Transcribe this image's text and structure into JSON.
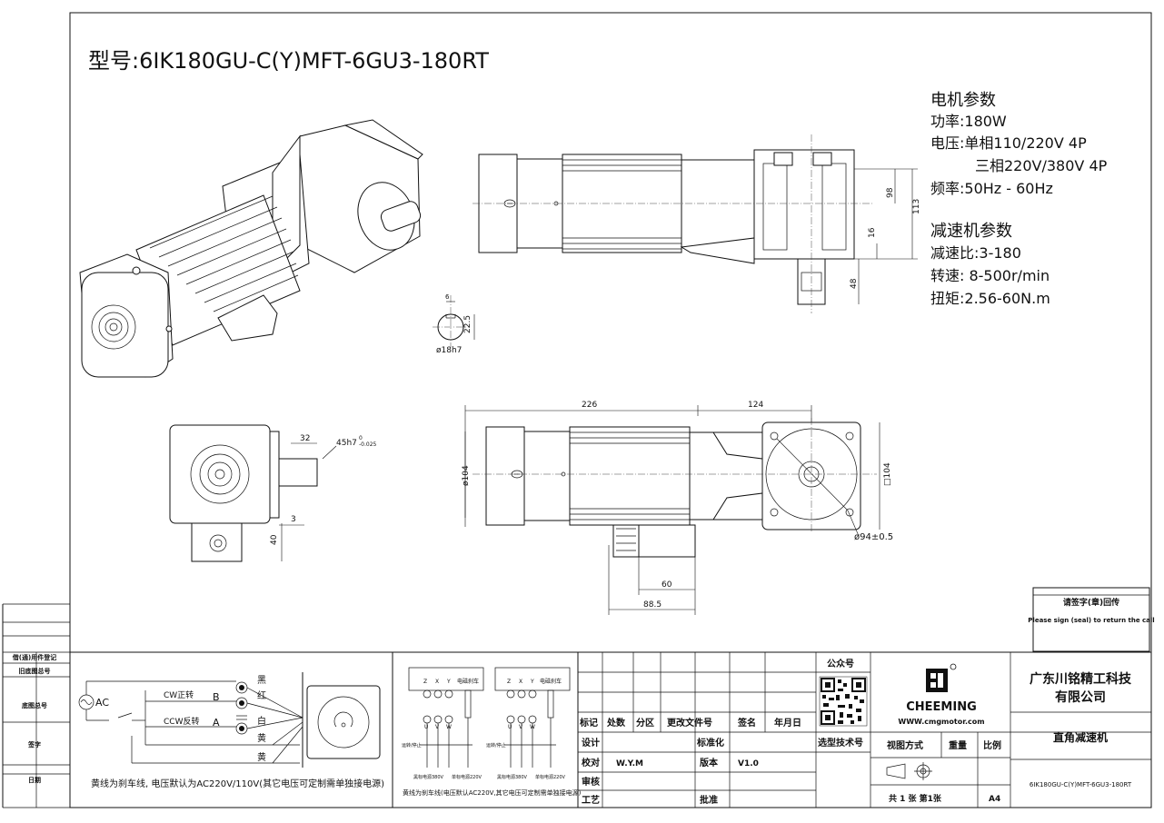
{
  "header": {
    "model": "型号:6IK180GU-C(Y)MFT-6GU3-180RT"
  },
  "specs": {
    "motor_title": "电机参数",
    "power": "功率:180W",
    "voltage_1": "电压:单相110/220V 4P",
    "voltage_2": "三相220V/380V 4P",
    "frequency": "频率:50Hz - 60Hz",
    "gear_title": "减速机参数",
    "ratio": "减速比:3-180",
    "speed": "转速: 8-500r/min",
    "torque": "扭矩:2.56-60N.m"
  },
  "dims": {
    "d113": "113",
    "d98": "98",
    "d16": "16",
    "d48": "48",
    "d22_5": "22.5",
    "phi18": "ø18h7",
    "d6": "6",
    "d226": "226",
    "d124": "124",
    "phi104": "ø104",
    "sq104": "□104",
    "phi94": "ø94±0.5",
    "d60": "60",
    "d88_5": "88.5",
    "d32": "32",
    "fit": "45h7",
    "fit_upper": "0",
    "fit_lower": "-0.025",
    "d3": "3",
    "d40": "40"
  },
  "left_margin": {
    "borrow_reg": "借(通)用件登记",
    "base_map": "旧底图总号",
    "base_no": "底图总号",
    "sign": "签字",
    "date": "日期"
  },
  "wiring": {
    "ac": "AC",
    "cw": "CW正转",
    "ccw": "CCW反转",
    "b": "B",
    "a": "A",
    "black": "黑",
    "red": "红",
    "white": "白",
    "yellow1": "黄",
    "yellow2": "黄",
    "note": "黄线为刹车线, 电压默认为AC220V/110V(其它电压可定制需单独接电源)"
  },
  "wiring2": {
    "z": "Z",
    "x": "X",
    "y": "Y",
    "brake": "电磁刹车",
    "u": "U",
    "v": "V",
    "w": "W",
    "run_stop": "运转/停止",
    "black_power": "黑标电源380V",
    "yellow_power": "单标电源220V",
    "note": "黄线为刹车线(电压默认AC220V,其它电压可定制需单独接电源)"
  },
  "title_block": {
    "public_account": "公众号",
    "select_tech": "选型技术号",
    "mark": "标记",
    "count": "处数",
    "zone": "分区",
    "change_doc": "更改文件号",
    "signature": "签名",
    "date": "年月日",
    "design": "设计",
    "standard": "标准化",
    "check": "校对",
    "checker": "W.Y.M",
    "version": "版本",
    "version_val": "V1.0",
    "review": "审核",
    "craft": "工艺",
    "approve": "批准",
    "view_method": "视图方式",
    "weight": "重量",
    "scale": "比例",
    "sheets": "共 1 张 第1张",
    "size": "A4",
    "brand": "CHEEMING",
    "website": "WWW.cmgmotor.com",
    "company": "广东川铭精工科技有限公司",
    "company_l1": "广东川铭精工科技",
    "company_l2": "有限公司",
    "product": "直角减速机",
    "model_small": "6IK180GU-C(Y)MFT-6GU3-180RT",
    "seal_cn": "请签字(章)回传",
    "seal_en": "Please sign (seal) to return the call"
  }
}
